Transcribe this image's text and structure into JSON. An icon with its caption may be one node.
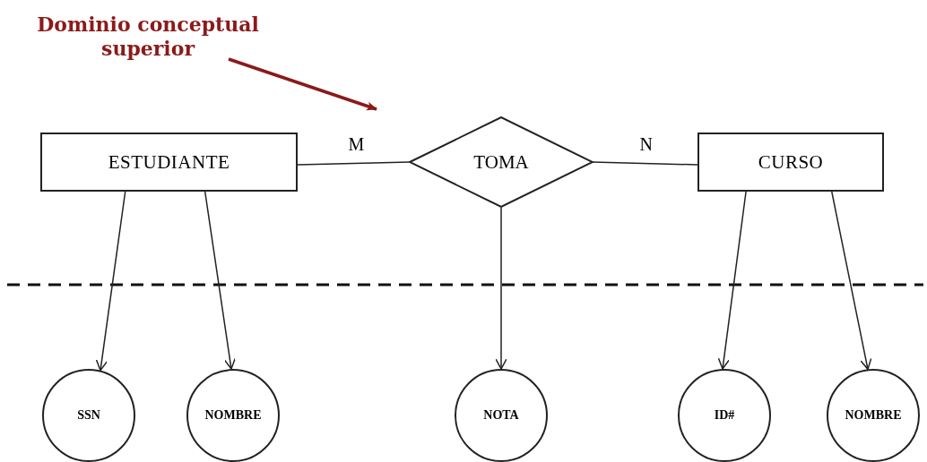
{
  "diagram": {
    "nodes": [
      {
        "text": [
          "Dominio conceptual superior"
        ]
      },
      {
        "text": [
          "ESTUDIANTE"
        ]
      },
      {
        "text": [
          "TOMA"
        ]
      },
      {
        "text": [
          "CURSO"
        ]
      },
      {
        "text": [
          "SSN"
        ]
      },
      {
        "text": [
          "NOMBRE"
        ]
      },
      {
        "text": [
          "NOTA"
        ]
      },
      {
        "text": [
          "ID#"
        ]
      },
      {
        "text": [
          "NOMBRE"
        ]
      }
    ],
    "edges": [
      {
        "from": 0,
        "to": null,
        "arrow": "to",
        "style": "thick",
        "color": "#8b1a1a"
      },
      {
        "from": 1,
        "to": 2,
        "arrow": "none",
        "label": "M"
      },
      {
        "from": 2,
        "to": 3,
        "arrow": "none",
        "label": "N"
      },
      {
        "from": 1,
        "to": 4,
        "arrow": "to"
      },
      {
        "from": 1,
        "to": 5,
        "arrow": "to"
      },
      {
        "from": 2,
        "to": 6,
        "arrow": "to"
      },
      {
        "from": 3,
        "to": 7,
        "arrow": "to"
      },
      {
        "from": 3,
        "to": 8,
        "arrow": "to"
      }
    ]
  }
}
